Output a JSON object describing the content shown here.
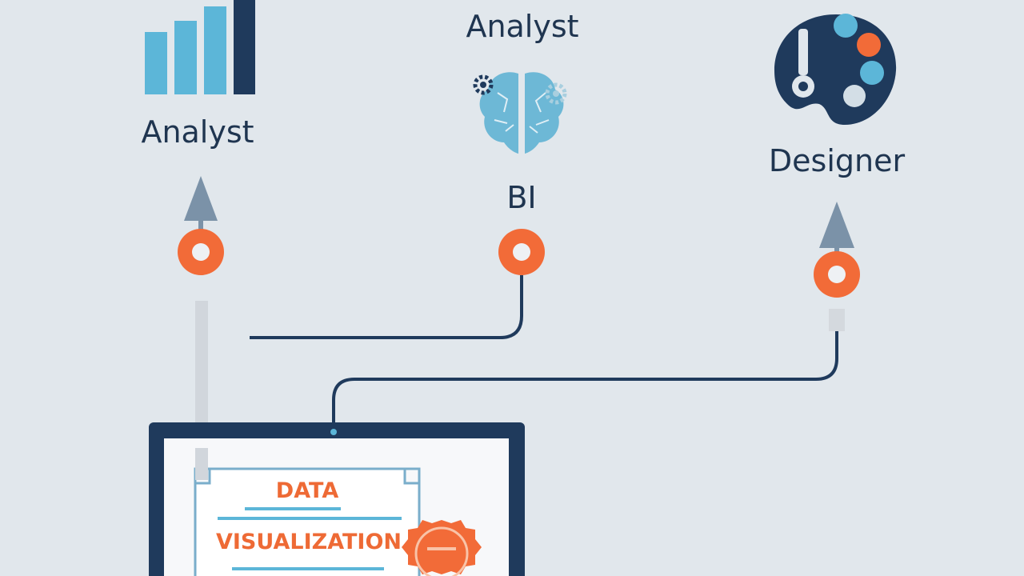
{
  "roles": {
    "analyst_left": "Analyst",
    "analyst_top": "Analyst",
    "bi": "BI",
    "designer": "Designer"
  },
  "certificate": {
    "line1": "DATA",
    "line2": "VISUALIZATION"
  },
  "icons": {
    "analyst_left": "bar-chart-icon",
    "analyst_top": "brain-gears-icon",
    "designer": "palette-icon",
    "seal": "seal-badge-icon"
  },
  "colors": {
    "background": "#e1e7ec",
    "navy": "#1f3a5c",
    "orange": "#f26b38",
    "light_blue": "#5cb6d8",
    "arrow_gray": "#7b92a8"
  }
}
